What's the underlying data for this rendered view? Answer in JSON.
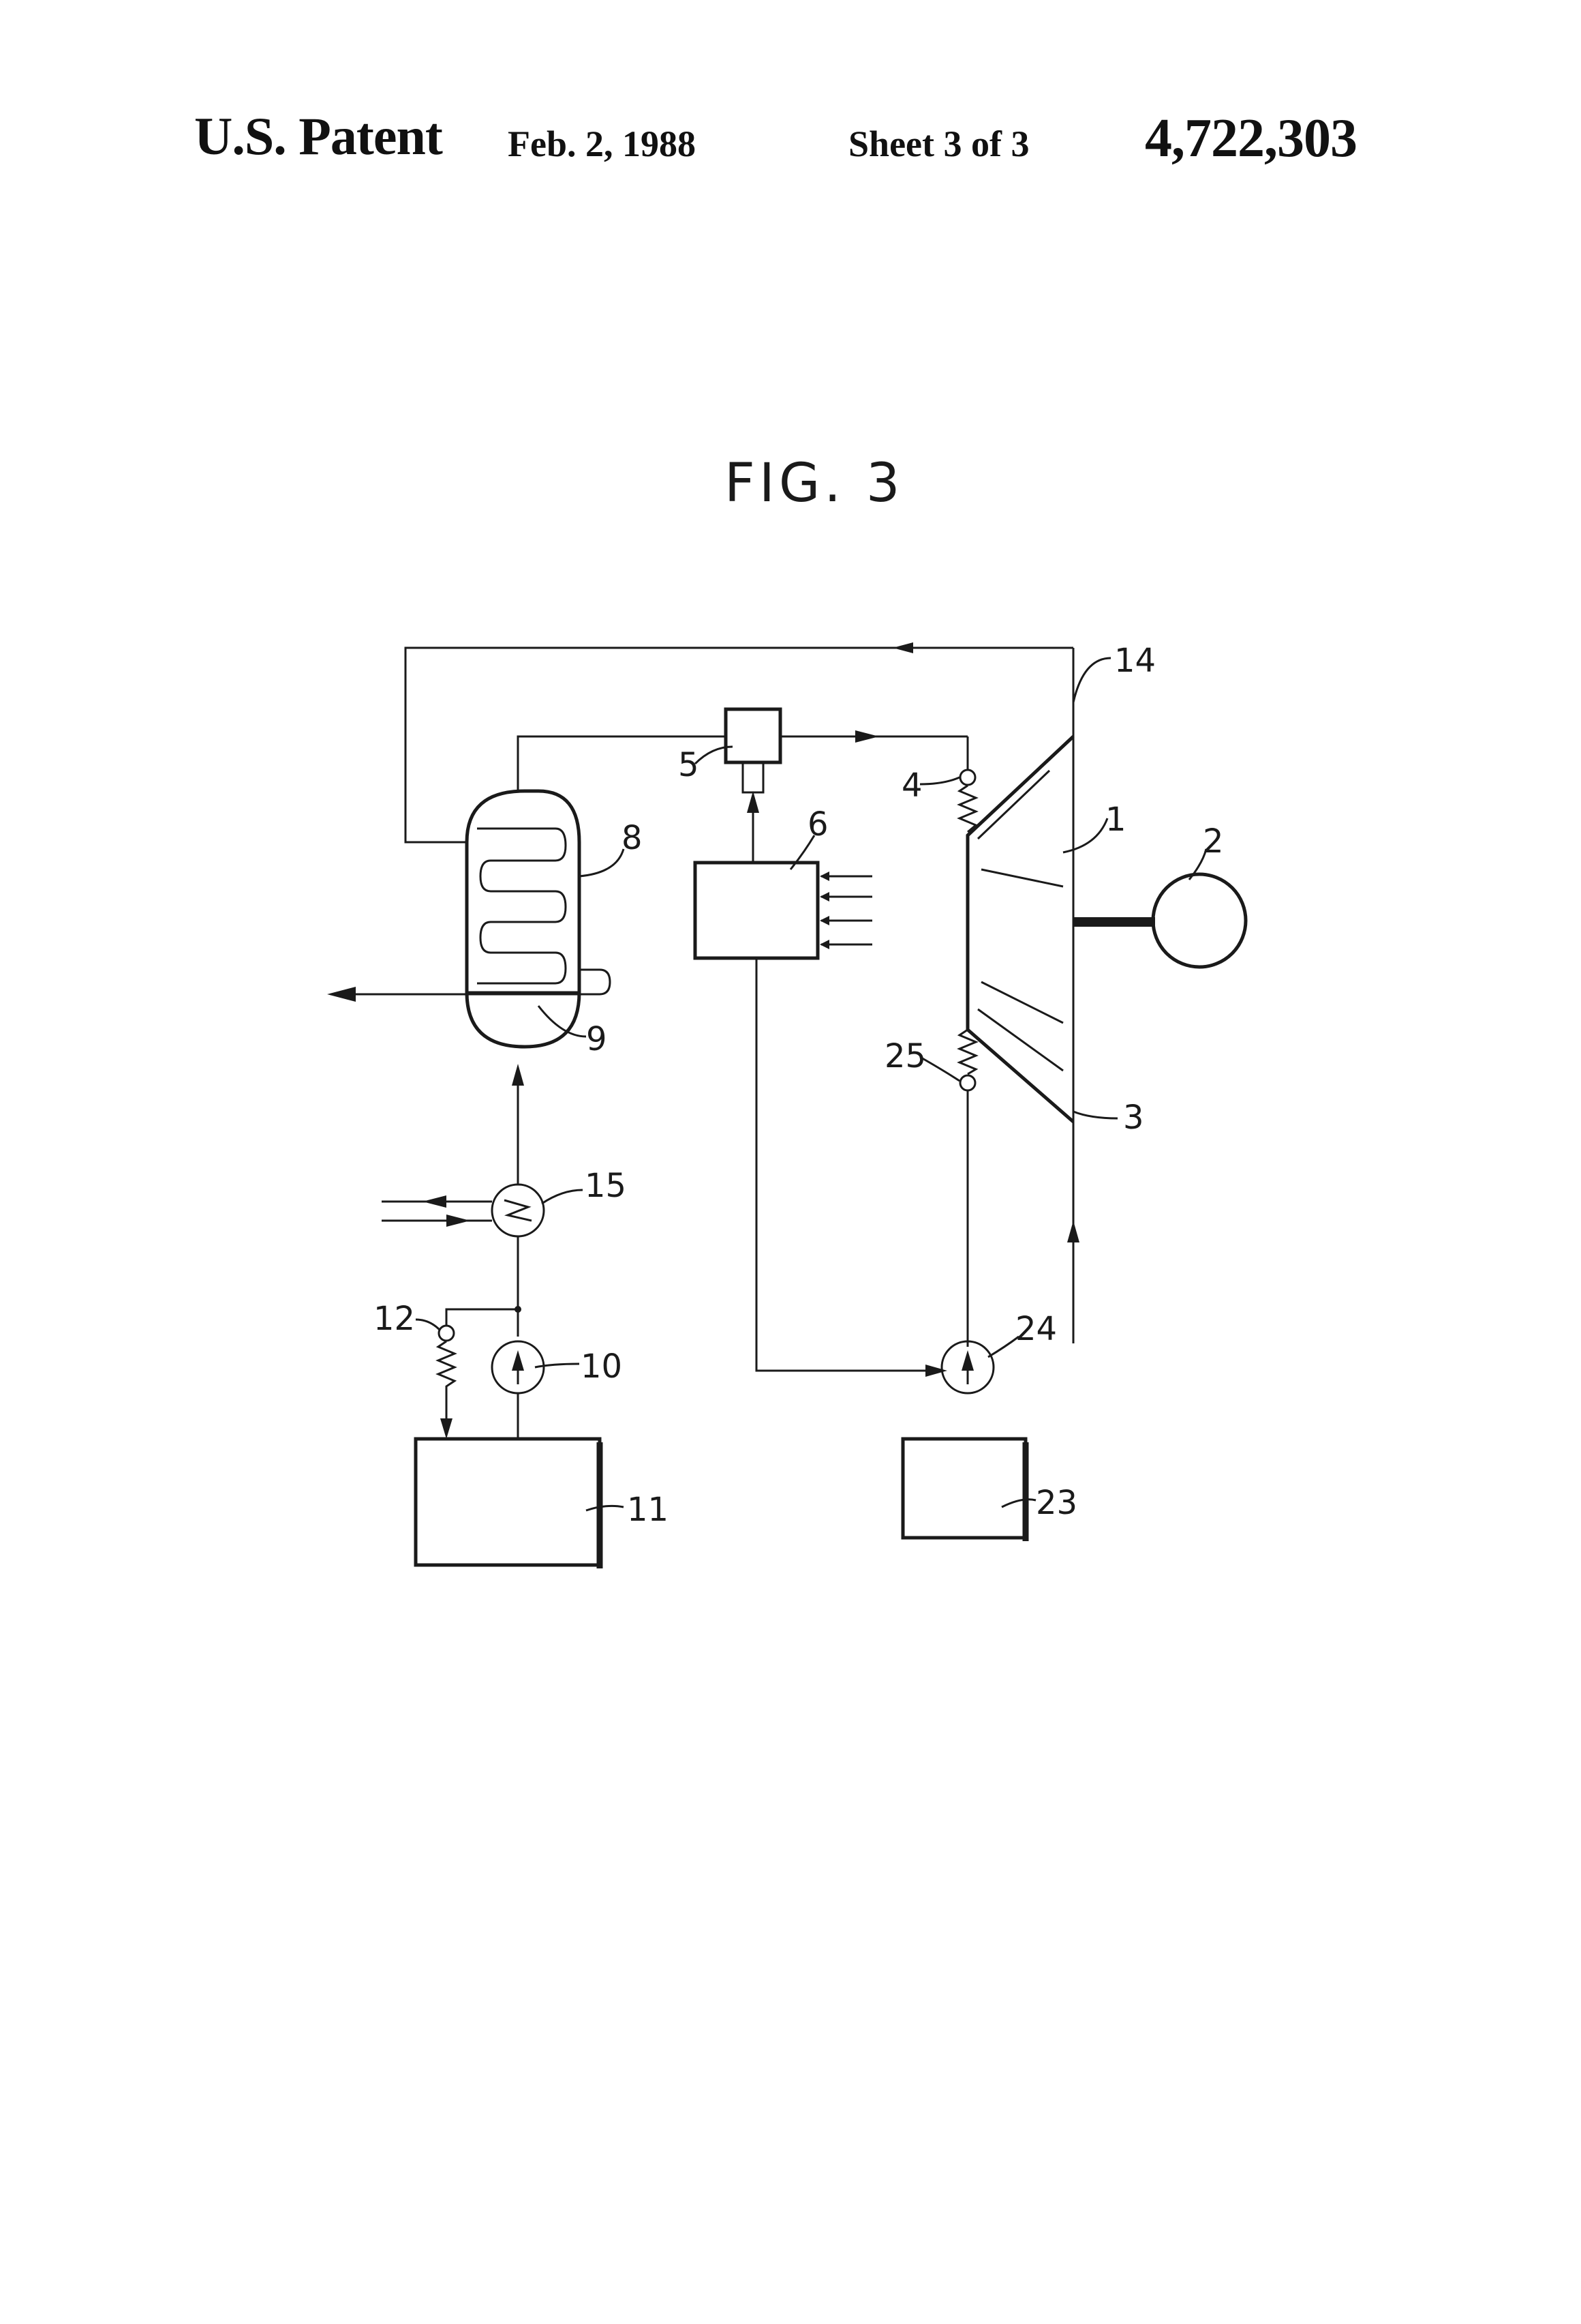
{
  "header": {
    "title": "U.S. Patent",
    "date": "Feb. 2, 1988",
    "sheet": "Sheet 3 of 3",
    "patent_number": "4,722,303"
  },
  "figure": {
    "title": "FIG. 3",
    "labels": {
      "n14": "14",
      "n5": "5",
      "n4": "4",
      "n6": "6",
      "n1": "1",
      "n8": "8",
      "n2": "2",
      "n9": "9",
      "n25": "25",
      "n3": "3",
      "n15": "15",
      "n12": "12",
      "n10": "10",
      "n24": "24",
      "n11": "11",
      "n23": "23"
    }
  }
}
